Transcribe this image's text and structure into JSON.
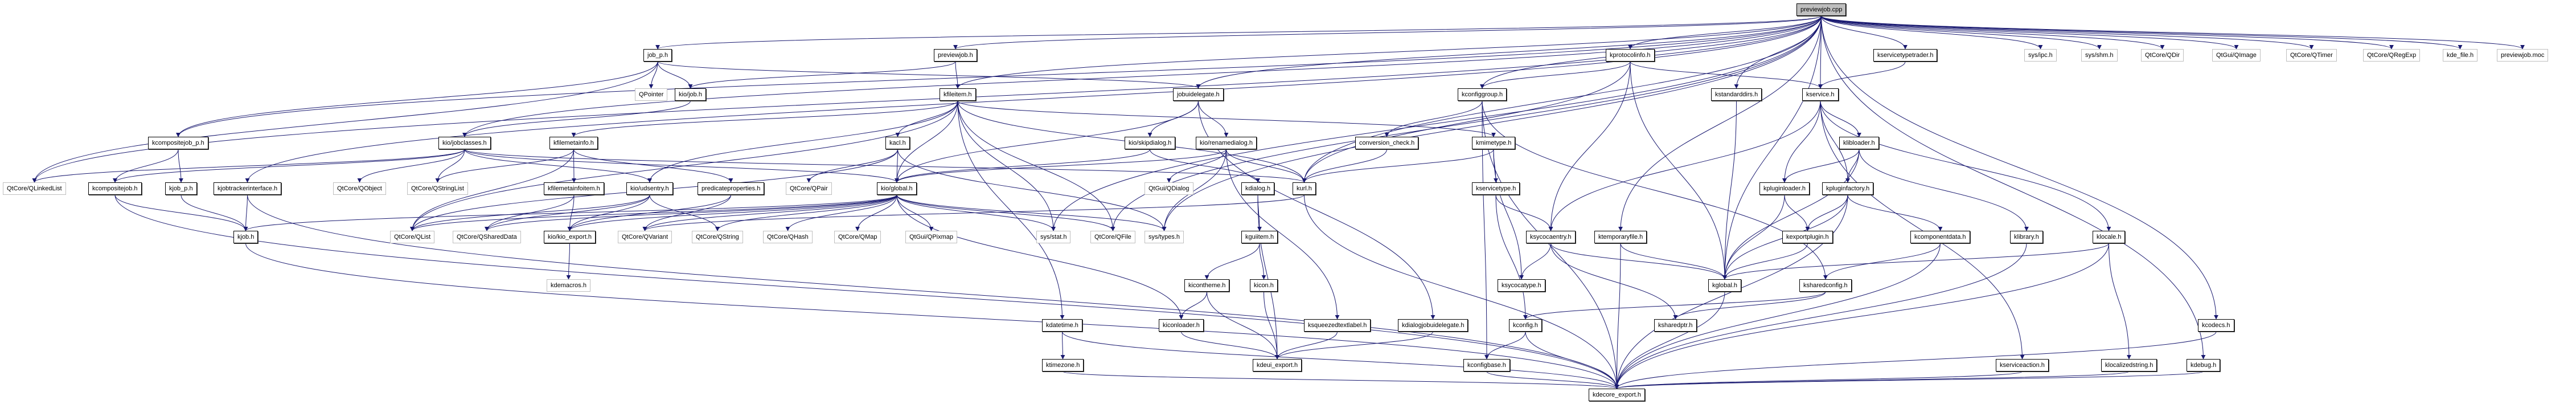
{
  "diagram": {
    "title": "previewjob.cpp include dependency graph",
    "edge_color": "#191970",
    "root_fill": "#bfbfbf",
    "nodes": [
      {
        "id": "root",
        "label": "previewjob.cpp",
        "kind": "root"
      },
      {
        "id": "job_p",
        "label": "job_p.h",
        "kind": "doc"
      },
      {
        "id": "previewjob_h",
        "label": "previewjob.h",
        "kind": "doc"
      },
      {
        "id": "kprotocolinfo",
        "label": "kprotocolinfo.h",
        "kind": "doc"
      },
      {
        "id": "kservicetypetrader",
        "label": "kservicetypetrader.h",
        "kind": "doc"
      },
      {
        "id": "sys_ipc",
        "label": "sys/ipc.h",
        "kind": "ext"
      },
      {
        "id": "sys_shm",
        "label": "sys/shm.h",
        "kind": "ext"
      },
      {
        "id": "qdir",
        "label": "QtCore/QDir",
        "kind": "ext"
      },
      {
        "id": "qimage",
        "label": "QtGui/QImage",
        "kind": "ext"
      },
      {
        "id": "qtimer",
        "label": "QtCore/QTimer",
        "kind": "ext"
      },
      {
        "id": "qregexp",
        "label": "QtCore/QRegExp",
        "kind": "ext"
      },
      {
        "id": "kde_file",
        "label": "kde_file.h",
        "kind": "ext"
      },
      {
        "id": "previewjob_moc",
        "label": "previewjob.moc",
        "kind": "ext"
      },
      {
        "id": "qpointer",
        "label": "QPointer",
        "kind": "ext"
      },
      {
        "id": "kio_job",
        "label": "kio/job.h",
        "kind": "doc"
      },
      {
        "id": "kfileitem",
        "label": "kfileitem.h",
        "kind": "doc"
      },
      {
        "id": "jobuidelegate",
        "label": "jobuidelegate.h",
        "kind": "doc"
      },
      {
        "id": "kconfiggroup",
        "label": "kconfiggroup.h",
        "kind": "doc"
      },
      {
        "id": "kstandarddirs",
        "label": "kstandarddirs.h",
        "kind": "doc"
      },
      {
        "id": "kservice",
        "label": "kservice.h",
        "kind": "doc"
      },
      {
        "id": "kcompositejob_p",
        "label": "kcompositejob_p.h",
        "kind": "doc"
      },
      {
        "id": "kio_jobclasses",
        "label": "kio/jobclasses.h",
        "kind": "doc"
      },
      {
        "id": "kfilemetainfo",
        "label": "kfilemetainfo.h",
        "kind": "doc"
      },
      {
        "id": "kacl",
        "label": "kacl.h",
        "kind": "doc"
      },
      {
        "id": "kio_skipdialog",
        "label": "kio/skipdialog.h",
        "kind": "doc"
      },
      {
        "id": "kio_renamedialog",
        "label": "kio/renamedialog.h",
        "kind": "doc"
      },
      {
        "id": "conversion_check",
        "label": "conversion_check.h",
        "kind": "doc"
      },
      {
        "id": "kmimetype",
        "label": "kmimetype.h",
        "kind": "doc"
      },
      {
        "id": "klibloader",
        "label": "klibloader.h",
        "kind": "doc"
      },
      {
        "id": "qlinkedlist",
        "label": "QtCore/QLinkedList",
        "kind": "ext"
      },
      {
        "id": "kcompositejob",
        "label": "kcompositejob.h",
        "kind": "doc"
      },
      {
        "id": "kjob_p",
        "label": "kjob_p.h",
        "kind": "doc"
      },
      {
        "id": "kjobtrackerinterface",
        "label": "kjobtrackerinterface.h",
        "kind": "doc"
      },
      {
        "id": "qobject",
        "label": "QtCore/QObject",
        "kind": "ext"
      },
      {
        "id": "qstringlist",
        "label": "QtCore/QStringList",
        "kind": "ext"
      },
      {
        "id": "kfilemetainfoitem",
        "label": "kfilemetainfoitem.h",
        "kind": "doc"
      },
      {
        "id": "kio_udsentry",
        "label": "kio/udsentry.h",
        "kind": "doc"
      },
      {
        "id": "predicateproperties",
        "label": "predicateproperties.h",
        "kind": "doc"
      },
      {
        "id": "qpair",
        "label": "QtCore/QPair",
        "kind": "ext"
      },
      {
        "id": "kio_global",
        "label": "kio/global.h",
        "kind": "doc"
      },
      {
        "id": "qdialog",
        "label": "QtGui/QDialog",
        "kind": "ext"
      },
      {
        "id": "kdialog",
        "label": "kdialog.h",
        "kind": "doc"
      },
      {
        "id": "kurl",
        "label": "kurl.h",
        "kind": "doc"
      },
      {
        "id": "kservicetype",
        "label": "kservicetype.h",
        "kind": "doc"
      },
      {
        "id": "kpluginloader",
        "label": "kpluginloader.h",
        "kind": "doc"
      },
      {
        "id": "kpluginfactory",
        "label": "kpluginfactory.h",
        "kind": "doc"
      },
      {
        "id": "kjob",
        "label": "kjob.h",
        "kind": "doc"
      },
      {
        "id": "qlist",
        "label": "QtCore/QList",
        "kind": "ext"
      },
      {
        "id": "qshareddata",
        "label": "QtCore/QSharedData",
        "kind": "ext"
      },
      {
        "id": "kio_export",
        "label": "kio/kio_export.h",
        "kind": "doc"
      },
      {
        "id": "qvariant",
        "label": "QtCore/QVariant",
        "kind": "ext"
      },
      {
        "id": "qstring",
        "label": "QtCore/QString",
        "kind": "ext"
      },
      {
        "id": "qhash",
        "label": "QtCore/QHash",
        "kind": "ext"
      },
      {
        "id": "qmap",
        "label": "QtCore/QMap",
        "kind": "ext"
      },
      {
        "id": "qpixmap",
        "label": "QtGui/QPixmap",
        "kind": "ext"
      },
      {
        "id": "sys_stat",
        "label": "sys/stat.h",
        "kind": "ext"
      },
      {
        "id": "qfile",
        "label": "QtCore/QFile",
        "kind": "ext"
      },
      {
        "id": "sys_types",
        "label": "sys/types.h",
        "kind": "ext"
      },
      {
        "id": "kguiitem",
        "label": "kguiitem.h",
        "kind": "doc"
      },
      {
        "id": "ksycocaentry",
        "label": "ksycocaentry.h",
        "kind": "doc"
      },
      {
        "id": "ktemporaryfile",
        "label": "ktemporaryfile.h",
        "kind": "doc"
      },
      {
        "id": "kexportplugin",
        "label": "kexportplugin.h",
        "kind": "doc"
      },
      {
        "id": "kcomponentdata",
        "label": "kcomponentdata.h",
        "kind": "doc"
      },
      {
        "id": "klibrary",
        "label": "klibrary.h",
        "kind": "doc"
      },
      {
        "id": "klocale",
        "label": "klocale.h",
        "kind": "doc"
      },
      {
        "id": "kdemacros",
        "label": "kdemacros.h",
        "kind": "ext"
      },
      {
        "id": "kicontheme",
        "label": "kicontheme.h",
        "kind": "doc"
      },
      {
        "id": "kicon",
        "label": "kicon.h",
        "kind": "doc"
      },
      {
        "id": "ksycocatype",
        "label": "ksycocatype.h",
        "kind": "doc"
      },
      {
        "id": "kglobal",
        "label": "kglobal.h",
        "kind": "doc"
      },
      {
        "id": "ksharedconfig",
        "label": "ksharedconfig.h",
        "kind": "doc"
      },
      {
        "id": "kdatetime",
        "label": "kdatetime.h",
        "kind": "doc"
      },
      {
        "id": "kiconloader",
        "label": "kiconloader.h",
        "kind": "doc"
      },
      {
        "id": "ksqueezedtextlabel",
        "label": "ksqueezedtextlabel.h",
        "kind": "doc"
      },
      {
        "id": "kdialogjobuidelegate",
        "label": "kdialogjobuidelegate.h",
        "kind": "doc"
      },
      {
        "id": "kconfig",
        "label": "kconfig.h",
        "kind": "doc"
      },
      {
        "id": "ksharedptr",
        "label": "ksharedptr.h",
        "kind": "doc"
      },
      {
        "id": "kcodecs",
        "label": "kcodecs.h",
        "kind": "doc"
      },
      {
        "id": "ktimezone",
        "label": "ktimezone.h",
        "kind": "doc"
      },
      {
        "id": "kdeui_export",
        "label": "kdeui_export.h",
        "kind": "doc"
      },
      {
        "id": "kconfigbase",
        "label": "kconfigbase.h",
        "kind": "doc"
      },
      {
        "id": "kserviceaction",
        "label": "kserviceaction.h",
        "kind": "doc"
      },
      {
        "id": "klocalizedstring",
        "label": "klocalizedstring.h",
        "kind": "doc"
      },
      {
        "id": "kdebug",
        "label": "kdebug.h",
        "kind": "doc"
      },
      {
        "id": "kdecore_export",
        "label": "kdecore_export.h",
        "kind": "doc"
      }
    ],
    "edges": [
      [
        "root",
        "job_p"
      ],
      [
        "root",
        "previewjob_h"
      ],
      [
        "root",
        "kfileitem"
      ],
      [
        "root",
        "jobuidelegate"
      ],
      [
        "root",
        "kprotocolinfo"
      ],
      [
        "root",
        "kservicetypetrader"
      ],
      [
        "root",
        "kservice"
      ],
      [
        "root",
        "kstandarddirs"
      ],
      [
        "root",
        "kconfiggroup"
      ],
      [
        "root",
        "sys_ipc"
      ],
      [
        "root",
        "sys_shm"
      ],
      [
        "root",
        "qdir"
      ],
      [
        "root",
        "qimage"
      ],
      [
        "root",
        "qtimer"
      ],
      [
        "root",
        "qregexp"
      ],
      [
        "root",
        "kde_file"
      ],
      [
        "root",
        "previewjob_moc"
      ],
      [
        "root",
        "kcompositejob_p"
      ],
      [
        "root",
        "qlinkedlist"
      ],
      [
        "root",
        "kjobtrackerinterface"
      ],
      [
        "root",
        "kio_jobclasses"
      ],
      [
        "root",
        "ktemporaryfile"
      ],
      [
        "root",
        "kglobal"
      ],
      [
        "root",
        "kcodecs"
      ],
      [
        "root",
        "kdebug"
      ],
      [
        "root",
        "sys_stat"
      ],
      [
        "root",
        "sys_types"
      ],
      [
        "root",
        "qfile"
      ],
      [
        "root",
        "kurl"
      ],
      [
        "job_p",
        "qpointer"
      ],
      [
        "job_p",
        "kio_job"
      ],
      [
        "job_p",
        "jobuidelegate"
      ],
      [
        "job_p",
        "kcompositejob_p"
      ],
      [
        "job_p",
        "qlinkedlist"
      ],
      [
        "previewjob_h",
        "kfileitem"
      ],
      [
        "previewjob_h",
        "kio_job"
      ],
      [
        "kio_job",
        "kio_jobclasses"
      ],
      [
        "kfileitem",
        "kacl"
      ],
      [
        "kfileitem",
        "kio_global"
      ],
      [
        "kfileitem",
        "kfilemetainfo"
      ],
      [
        "kfileitem",
        "kio_udsentry"
      ],
      [
        "kfileitem",
        "kdatetime"
      ],
      [
        "kfileitem",
        "kmimetype"
      ],
      [
        "kfileitem",
        "kurl"
      ],
      [
        "kfileitem",
        "sys_stat"
      ],
      [
        "kfileitem",
        "qfile"
      ],
      [
        "kfileitem",
        "qlist"
      ],
      [
        "jobuidelegate",
        "kio_skipdialog"
      ],
      [
        "jobuidelegate",
        "kio_renamedialog"
      ],
      [
        "jobuidelegate",
        "kio_global"
      ],
      [
        "jobuidelegate",
        "kdialogjobuidelegate"
      ],
      [
        "kconfiggroup",
        "conversion_check"
      ],
      [
        "kconfiggroup",
        "kconfigbase"
      ],
      [
        "kconfiggroup",
        "kdecore_export"
      ],
      [
        "kconfiggroup",
        "ksharedconfig"
      ],
      [
        "kprotocolinfo",
        "kconfiggroup"
      ],
      [
        "kprotocolinfo",
        "kservice"
      ],
      [
        "kprotocolinfo",
        "kglobal"
      ],
      [
        "kprotocolinfo",
        "ksycocaentry"
      ],
      [
        "kprotocolinfo",
        "kurl"
      ],
      [
        "kservicetypetrader",
        "kservice"
      ],
      [
        "kstandarddirs",
        "kglobal"
      ],
      [
        "kservice",
        "klibloader"
      ],
      [
        "kservice",
        "kpluginloader"
      ],
      [
        "kservice",
        "kpluginfactory"
      ],
      [
        "kservice",
        "ksycocaentry"
      ],
      [
        "kservice",
        "klocale"
      ],
      [
        "kservice",
        "kserviceaction"
      ],
      [
        "kcompositejob_p",
        "kcompositejob"
      ],
      [
        "kcompositejob_p",
        "kjob_p"
      ],
      [
        "kio_jobclasses",
        "qobject"
      ],
      [
        "kio_jobclasses",
        "qstringlist"
      ],
      [
        "kio_jobclasses",
        "qlinkedlist"
      ],
      [
        "kio_jobclasses",
        "kcompositejob"
      ],
      [
        "kio_jobclasses",
        "kio_global"
      ],
      [
        "kio_jobclasses",
        "kio_udsentry"
      ],
      [
        "kio_jobclasses",
        "kurl"
      ],
      [
        "kfilemetainfo",
        "kfilemetainfoitem"
      ],
      [
        "kfilemetainfo",
        "predicateproperties"
      ],
      [
        "kfilemetainfo",
        "qstringlist"
      ],
      [
        "kfilemetainfo",
        "qlist"
      ],
      [
        "kacl",
        "kio_global"
      ],
      [
        "kacl",
        "qpair"
      ],
      [
        "kacl",
        "sys_types"
      ],
      [
        "kacl",
        "qlist"
      ],
      [
        "kio_skipdialog",
        "kdialog"
      ],
      [
        "kio_skipdialog",
        "kio_global"
      ],
      [
        "kio_renamedialog",
        "qdialog"
      ],
      [
        "kio_renamedialog",
        "kurl"
      ],
      [
        "kio_renamedialog",
        "kio_global"
      ],
      [
        "kio_renamedialog",
        "sys_types"
      ],
      [
        "kio_renamedialog",
        "ksqueezedtextlabel"
      ],
      [
        "conversion_check",
        "kurl"
      ],
      [
        "kmimetype",
        "kservicetype"
      ],
      [
        "kmimetype",
        "kurl"
      ],
      [
        "kmimetype",
        "ksycocatype"
      ],
      [
        "klibloader",
        "kpluginloader"
      ],
      [
        "klibloader",
        "kpluginfactory"
      ],
      [
        "klibloader",
        "klibrary"
      ],
      [
        "klibloader",
        "kglobal"
      ],
      [
        "kcompositejob",
        "kjob"
      ],
      [
        "kcompositejob",
        "kdecore_export"
      ],
      [
        "kjob_p",
        "kjob"
      ],
      [
        "kjobtrackerinterface",
        "kjob"
      ],
      [
        "kjobtrackerinterface",
        "kdecore_export"
      ],
      [
        "kfilemetainfoitem",
        "kio_export"
      ],
      [
        "kfilemetainfoitem",
        "qshareddata"
      ],
      [
        "kio_udsentry",
        "kio_export"
      ],
      [
        "kio_udsentry",
        "qshareddata"
      ],
      [
        "kio_udsentry",
        "qstring"
      ],
      [
        "kio_udsentry",
        "qlist"
      ],
      [
        "predicateproperties",
        "kio_export"
      ],
      [
        "predicateproperties",
        "qvariant"
      ],
      [
        "kio_global",
        "kio_export"
      ],
      [
        "kio_global",
        "qstring"
      ],
      [
        "kio_global",
        "qvariant"
      ],
      [
        "kio_global",
        "qhash"
      ],
      [
        "kio_global",
        "qmap"
      ],
      [
        "kio_global",
        "qpixmap"
      ],
      [
        "kio_global",
        "sys_stat"
      ],
      [
        "kio_global",
        "qfile"
      ],
      [
        "kio_global",
        "sys_types"
      ],
      [
        "kio_global",
        "kiconloader"
      ],
      [
        "kio_global",
        "kjob"
      ],
      [
        "kio_global",
        "qlist"
      ],
      [
        "kio_global",
        "qshareddata"
      ],
      [
        "kdialog",
        "kguiitem"
      ],
      [
        "kdialog",
        "kdeui_export"
      ],
      [
        "kurl",
        "qvariant"
      ],
      [
        "kurl",
        "kdecore_export"
      ],
      [
        "kservicetype",
        "ksycocaentry"
      ],
      [
        "kservicetype",
        "kconfig"
      ],
      [
        "kpluginloader",
        "kexportplugin"
      ],
      [
        "kpluginloader",
        "kglobal"
      ],
      [
        "kpluginfactory",
        "kexportplugin"
      ],
      [
        "kpluginfactory",
        "kcomponentdata"
      ],
      [
        "kpluginfactory",
        "kglobal"
      ],
      [
        "kpluginfactory",
        "kdecore_export"
      ],
      [
        "kjob",
        "kdecore_export"
      ],
      [
        "kio_export",
        "kdemacros"
      ],
      [
        "kguiitem",
        "kicontheme"
      ],
      [
        "kguiitem",
        "kicon"
      ],
      [
        "ksycocaentry",
        "ksycocatype"
      ],
      [
        "ksycocaentry",
        "kglobal"
      ],
      [
        "ksycocaentry",
        "ksharedptr"
      ],
      [
        "ktemporaryfile",
        "kglobal"
      ],
      [
        "ktemporaryfile",
        "kdecore_export"
      ],
      [
        "kexportplugin",
        "kglobal"
      ],
      [
        "kcomponentdata",
        "ksharedconfig"
      ],
      [
        "kcomponentdata",
        "kdecore_export"
      ],
      [
        "klibrary",
        "kdecore_export"
      ],
      [
        "klocale",
        "kglobal"
      ],
      [
        "klocale",
        "klocalizedstring"
      ],
      [
        "klocale",
        "kdecore_export"
      ],
      [
        "kicontheme",
        "kiconloader"
      ],
      [
        "kicontheme",
        "kdeui_export"
      ],
      [
        "kicon",
        "kdeui_export"
      ],
      [
        "kglobal",
        "kdecore_export"
      ],
      [
        "ksharedconfig",
        "kconfig"
      ],
      [
        "ksharedconfig",
        "ksharedptr"
      ],
      [
        "kdatetime",
        "ktimezone"
      ],
      [
        "kdatetime",
        "kdecore_export"
      ],
      [
        "kiconloader",
        "kdeui_export"
      ],
      [
        "ksqueezedtextlabel",
        "kdeui_export"
      ],
      [
        "kdialogjobuidelegate",
        "kdeui_export"
      ],
      [
        "kconfig",
        "kconfigbase"
      ],
      [
        "kconfig",
        "kdecore_export"
      ],
      [
        "kcodecs",
        "kdecore_export"
      ],
      [
        "ktimezone",
        "kdecore_export"
      ],
      [
        "kconfigbase",
        "kdecore_export"
      ],
      [
        "kserviceaction",
        "kdecore_export"
      ],
      [
        "klocalizedstring",
        "kdecore_export"
      ],
      [
        "kdebug",
        "kdecore_export"
      ]
    ]
  }
}
